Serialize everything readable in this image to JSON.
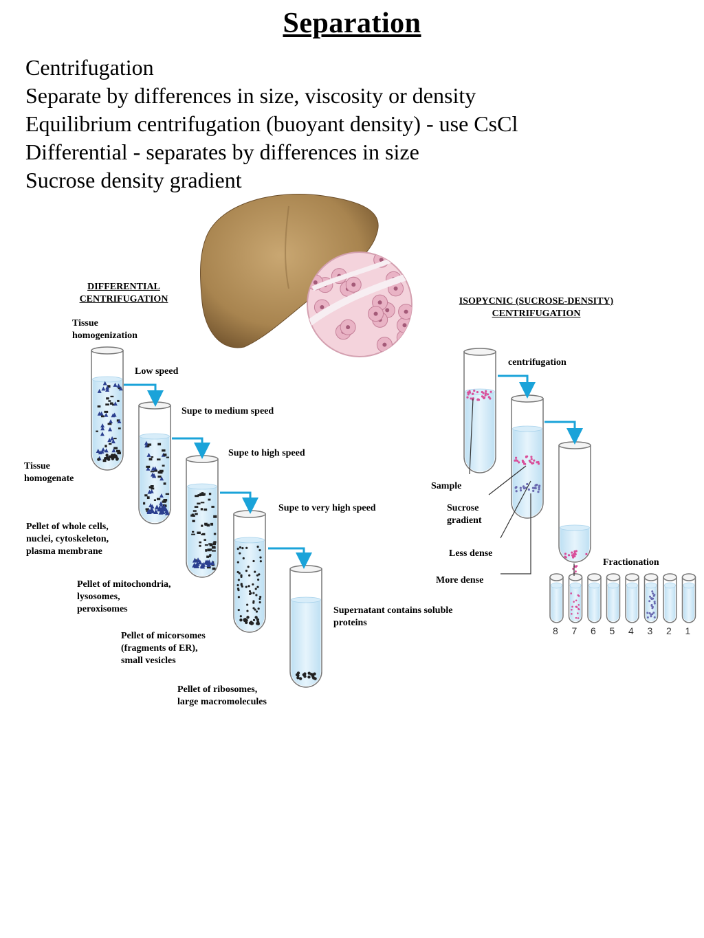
{
  "title": "Separation",
  "bullets": [
    "Centrifugation",
    "Separate by differences in size, viscosity or density",
    "Equilibrium centrifugation (buoyant density) - use CsCl",
    "Differential - separates by differences in size",
    "Sucrose density gradient"
  ],
  "colors": {
    "arrow": "#1aa3d9",
    "liquid": "#cde8f7",
    "pellet_dark": "#222222",
    "triangle": "#2b3f8f",
    "band_pink": "#d94f9a",
    "liver": "#b4915c"
  },
  "differential": {
    "heading_line1": "DIFFERENTIAL",
    "heading_line2": "CENTRIFUGATION",
    "tissue_homogenization_1": "Tissue",
    "tissue_homogenization_2": "homogenization",
    "low_speed": "Low speed",
    "supe_medium": "Supe to medium speed",
    "supe_high": "Supe to high speed",
    "supe_very_high": "Supe to very high speed",
    "tissue_homogenate_1": "Tissue",
    "tissue_homogenate_2": "homogenate",
    "pellet1_1": "Pellet of whole cells,",
    "pellet1_2": "nuclei, cytoskeleton,",
    "pellet1_3": "plasma membrane",
    "pellet2_1": "Pellet of mitochondria,",
    "pellet2_2": "lysosomes,",
    "pellet2_3": "peroxisomes",
    "pellet3_1": "Pellet of micorsomes",
    "pellet3_2": "(fragments of ER),",
    "pellet3_3": "small vesicles",
    "pellet4_1": "Pellet of ribosomes,",
    "pellet4_2": "large macromolecules",
    "supernatant_1": "Supernatant contains soluble",
    "supernatant_2": "proteins"
  },
  "isopycnic": {
    "heading_line1": "ISOPYCNIC (SUCROSE-DENSITY)",
    "heading_line2": "CENTRIFUGATION",
    "centrifugation": "centrifugation",
    "sample": "Sample",
    "sucrose_1": "Sucrose",
    "sucrose_2": "gradient",
    "less_dense": "Less dense",
    "more_dense": "More dense",
    "fractionation": "Fractionation",
    "fraction_numbers": [
      "8",
      "7",
      "6",
      "5",
      "4",
      "3",
      "2",
      "1"
    ]
  }
}
